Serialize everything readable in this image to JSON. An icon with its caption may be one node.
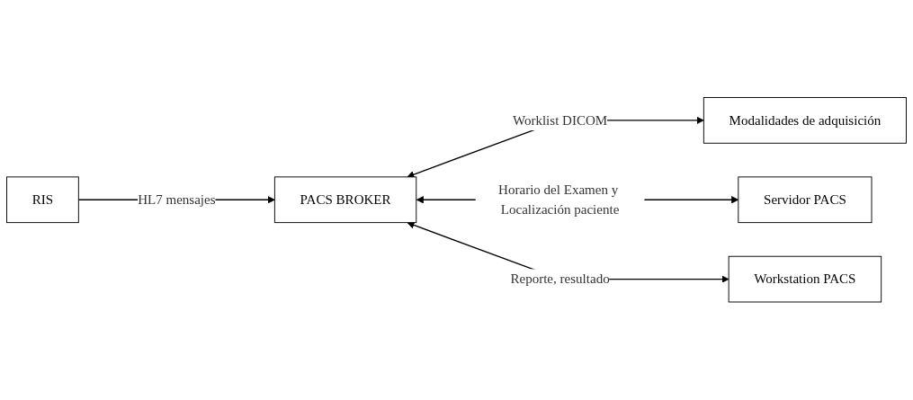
{
  "diagram": {
    "nodes": [
      {
        "text": [
          "RIS"
        ]
      },
      {
        "text": [
          "PACS BROKER"
        ]
      },
      {
        "text": [
          "Modalidades de adquisición"
        ]
      },
      {
        "text": [
          "Servidor PACS"
        ]
      },
      {
        "text": [
          "Workstation PACS"
        ]
      }
    ],
    "edges": [
      {
        "from": 0,
        "to": 1,
        "arrow": "to",
        "label": "HL7 mensajes"
      },
      {
        "from": 1,
        "to": 2,
        "arrow": "both",
        "label": "Worklist DICOM"
      },
      {
        "from": 1,
        "to": 3,
        "arrow": "both",
        "label": "Horario del Examen y Localización paciente"
      },
      {
        "from": 1,
        "to": 4,
        "arrow": "both",
        "label": "Reporte, resultado"
      }
    ]
  }
}
